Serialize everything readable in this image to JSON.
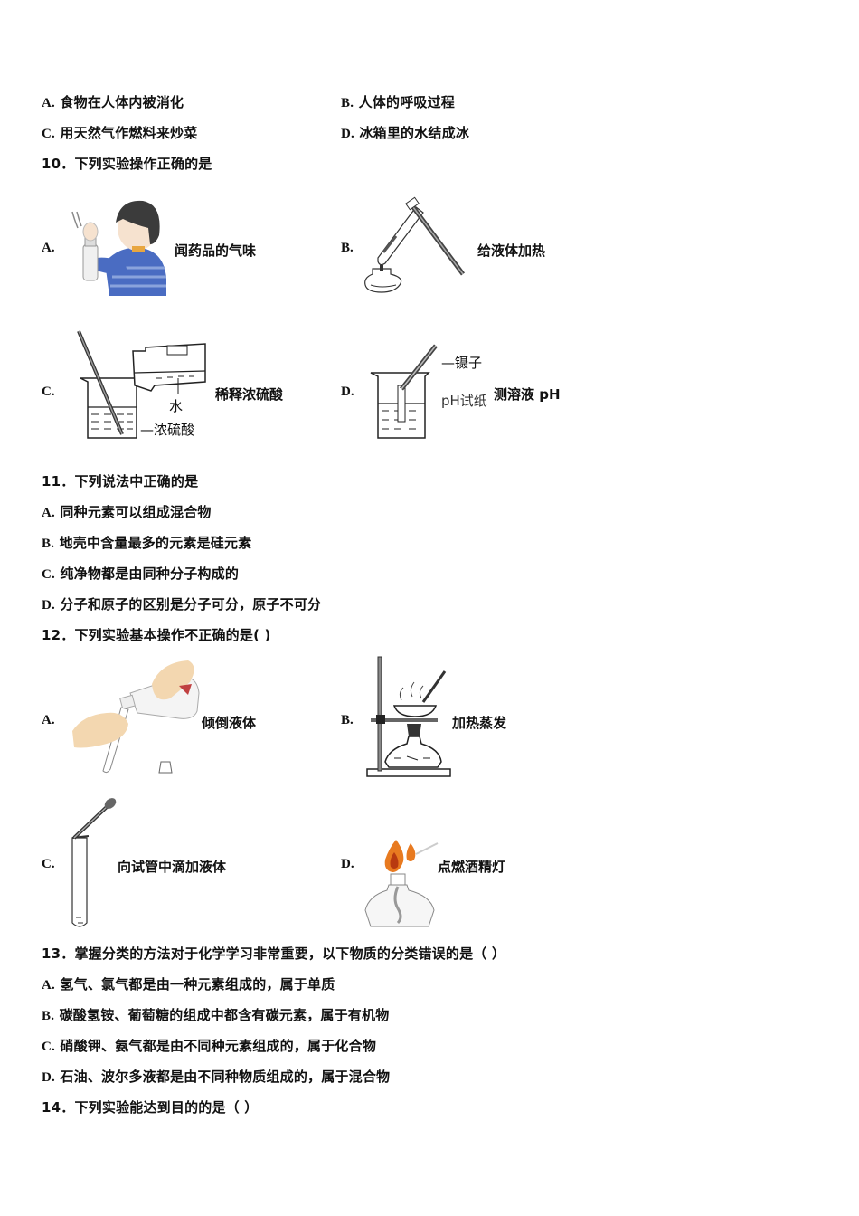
{
  "q9_options": [
    {
      "letter": "A.",
      "text": "食物在人体内被消化"
    },
    {
      "letter": "B.",
      "text": "人体的呼吸过程"
    },
    {
      "letter": "C.",
      "text": "用天然气作燃料来炒菜"
    },
    {
      "letter": "D.",
      "text": "冰箱里的水结成冰"
    }
  ],
  "q10": {
    "stem": "10．下列实验操作正确的是",
    "options": [
      {
        "letter": "A.",
        "caption": "闻药品的气味"
      },
      {
        "letter": "B.",
        "caption": "给液体加热"
      },
      {
        "letter": "C.",
        "caption": "稀释浓硫酸",
        "labels": {
          "water": "水",
          "acid": "—浓硫酸"
        }
      },
      {
        "letter": "D.",
        "caption": "测溶液 pH",
        "labels": {
          "tweezers": "—镊子",
          "paper": "pH试纸"
        }
      }
    ]
  },
  "q11": {
    "stem": "11．下列说法中正确的是",
    "options": [
      {
        "letter": "A.",
        "text": "同种元素可以组成混合物"
      },
      {
        "letter": "B.",
        "text": "地壳中含量最多的元素是硅元素"
      },
      {
        "letter": "C.",
        "text": "纯净物都是由同种分子构成的"
      },
      {
        "letter": "D.",
        "text": "分子和原子的区别是分子可分，原子不可分"
      }
    ]
  },
  "q12": {
    "stem": "12．下列实验基本操作不正确的是(   )",
    "options": [
      {
        "letter": "A.",
        "caption": "倾倒液体"
      },
      {
        "letter": "B.",
        "caption": "加热蒸发"
      },
      {
        "letter": "C.",
        "caption": "向试管中滴加液体"
      },
      {
        "letter": "D.",
        "caption": "点燃酒精灯"
      }
    ]
  },
  "q13": {
    "stem": "13．掌握分类的方法对于化学学习非常重要，以下物质的分类错误的是（ ）",
    "options": [
      {
        "letter": "A.",
        "text": "氢气、氯气都是由一种元素组成的，属于单质"
      },
      {
        "letter": "B.",
        "text": "碳酸氢铵、葡萄糖的组成中都含有碳元素，属于有机物"
      },
      {
        "letter": "C.",
        "text": "硝酸钾、氨气都是由不同种元素组成的，属于化合物"
      },
      {
        "letter": "D.",
        "text": "石油、波尔多液都是由不同种物质组成的，属于混合物"
      }
    ]
  },
  "q14": {
    "stem": "14．下列实验能达到目的的是（       ）"
  }
}
